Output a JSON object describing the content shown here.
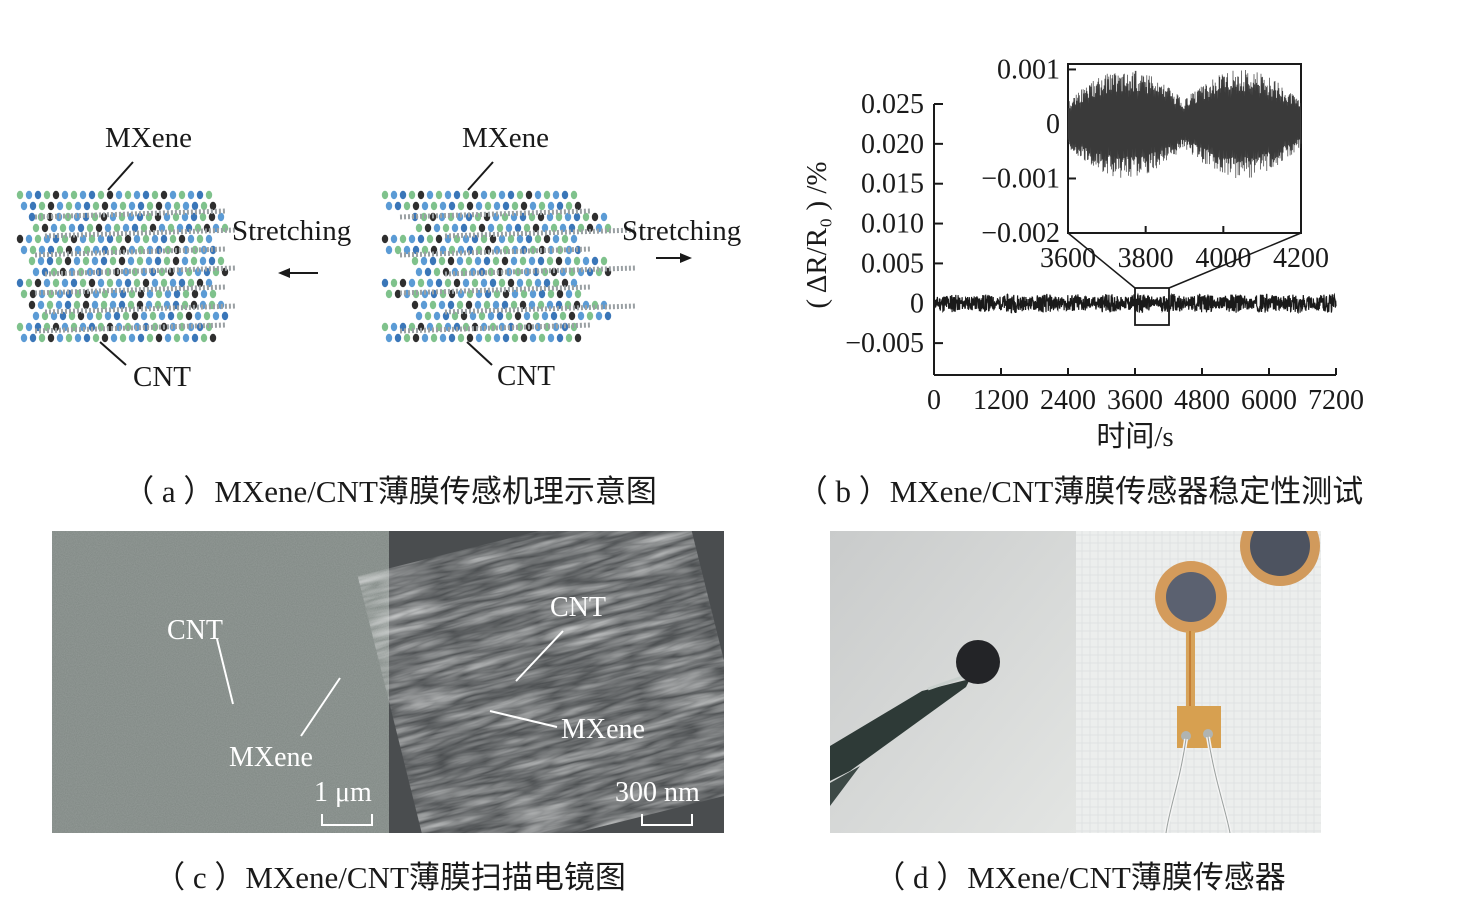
{
  "panel_a": {
    "left_top_label": "MXene",
    "left_bottom_label": "CNT",
    "right_top_label": "MXene",
    "right_bottom_label": "CNT",
    "stretch_left": "Stretching",
    "stretch_right": "Stretching",
    "caption": "（ a ）MXene/CNT薄膜传感机理示意图"
  },
  "chart_data": {
    "type": "line",
    "main": {
      "xlabel": "时间/s",
      "ylabel": "( ΔR/R₀ ) /%",
      "xlim": [
        0,
        7200
      ],
      "ylim": [
        -0.009,
        0.025
      ],
      "x_ticks": [
        "0",
        "1200",
        "2400",
        "3600",
        "4800",
        "6000",
        "7200"
      ],
      "y_ticks": [
        "0.025",
        "0.020",
        "0.015",
        "0.010",
        "0.005",
        "0",
        "−0.005"
      ],
      "series": [
        {
          "x_range": [
            0,
            7200
          ],
          "center": 0,
          "amplitude": 0.0012
        }
      ]
    },
    "inset": {
      "xlim": [
        3600,
        4200
      ],
      "ylim": [
        -0.002,
        0.0011
      ],
      "x_ticks": [
        "3600",
        "3800",
        "4000",
        "4200"
      ],
      "y_ticks": [
        "0.001",
        "0",
        "−0.001",
        "−0.002"
      ],
      "series": [
        {
          "x_range": [
            3600,
            4200
          ],
          "center": 0,
          "amplitude": 0.001
        }
      ]
    },
    "caption": "（ b ）MXene/CNT薄膜传感器稳定性测试"
  },
  "panel_c": {
    "left_cnt": "CNT",
    "left_mxene": "MXene",
    "left_scale": "1 μm",
    "right_cnt": "CNT",
    "right_mxene": "MXene",
    "right_scale": "300 nm",
    "caption": "（ c ）MXene/CNT薄膜扫描电镜图"
  },
  "panel_d": {
    "caption": "（ d ）MXene/CNT薄膜传感器"
  }
}
